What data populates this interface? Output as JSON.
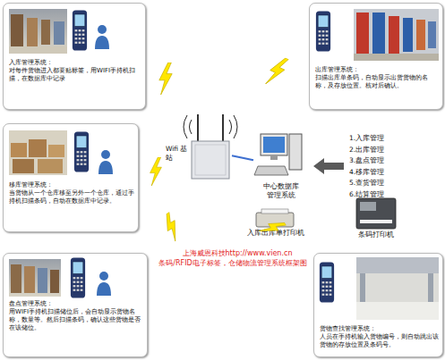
{
  "diagram": {
    "title": "条码/RFID电子标签，仓储物流管理系统框架图",
    "nodes": [
      {
        "text": [
          "入库管理系统：",
          "对每件货物进入都要贴标签，用WIFI手持机扫描，在数据库中记录"
        ]
      },
      {
        "text": [
          "出库管理系统：",
          "扫描出库单条码，自动显示出货货物的名称，及存放位置。核对后确认。"
        ]
      },
      {
        "text": [
          "移库管理系统：",
          "当货物从一个仓库移至另外一个仓库，通过手持机扫描条码，自动在数据库中记录。"
        ]
      },
      {
        "text": [
          "Wifi 基站"
        ]
      },
      {
        "text": [
          "中心数据库 管理系统"
        ]
      },
      {
        "text": [
          "入库出库单打印机"
        ]
      },
      {
        "text": [
          "条码打印机"
        ]
      },
      {
        "text": [
          "盘点管理系统：",
          "用WIFI手持机扫描储位后，会自动显示货物名称，数量等。然后扫描条码，确认这些货物是否在该储位。"
        ]
      },
      {
        "text": [
          "货物查找管理系统：",
          "人员在手持机输入货物编号，则自动跳出该货物的存放位置及条码号。"
        ]
      }
    ],
    "edges": [
      {
        "from": 3,
        "to": 4,
        "arrow": "none"
      }
    ],
    "labels": [
      "1.入库管理",
      "2.出库管理",
      "3.盘点管理",
      "4.移库管理",
      "5.查货管理",
      "6.结算管理",
      "上海威恩科技http://www.vien.cn"
    ]
  }
}
